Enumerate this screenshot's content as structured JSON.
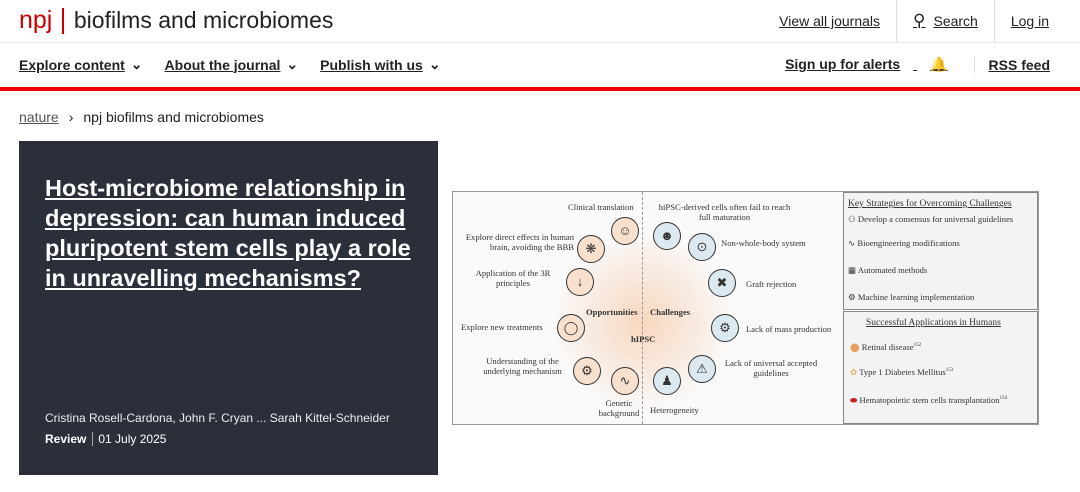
{
  "header": {
    "logo_brand": "npj",
    "journal": "biofilms and microbiomes",
    "links": [
      "View all journals",
      "Search",
      "Log in"
    ]
  },
  "nav": {
    "items": [
      "Explore content",
      "About the journal",
      "Publish with us"
    ],
    "alerts": "Sign up for alerts",
    "rss": "RSS feed"
  },
  "breadcrumb": [
    "nature",
    "npj biofilms and microbiomes"
  ],
  "article": {
    "title": "Host-microbiome relationship in depression: can human induced pluripotent stem cells play a role in unravelling mechanisms?",
    "authors": "Cristina Rosell-Cardona, John F. Cryan ... Sarah Kittel-Schneider",
    "type": "Review",
    "date": "01 July 2025"
  },
  "figure": {
    "opportunities": [
      "Clinical translation",
      "Explore direct effects in human brain, avoiding the BBB",
      "Application of the 3R principles",
      "Explore new treatments",
      "Understanding of the underlying mechanism",
      "Genetic background"
    ],
    "challenges": [
      "hiPSC-derived cells often fail to reach full maturation",
      "Non-whole-body system",
      "Graft rejection",
      "Lack of mass production",
      "Lack of universal accepted guidelines",
      "Heterogeneity"
    ],
    "center": {
      "left": "Opportunities",
      "right": "Challenges",
      "core": "hIPSC"
    },
    "strategies_title": "Key Strategies for Overcoming Challenges",
    "strategies": [
      "Develop a consensus for universal guidelines",
      "Bioengineering modifications",
      "Automated methods",
      "Machine learning implementation"
    ],
    "applications_title": "Successful Applications in Humans",
    "applications": [
      "Retinal disease",
      "Type 1 Diabetes Mellitus",
      "Hematopoietic stem cells transplantation"
    ],
    "refs": [
      "152",
      "153",
      "154"
    ]
  }
}
